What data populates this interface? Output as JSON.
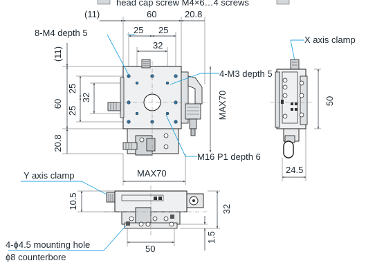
{
  "header_fragment": "head cap screw M4×6…4 screws",
  "labels": {
    "screw_8_m4": "8-M4 depth 5",
    "screw_4_m3": "4-M3 depth 5",
    "m16": "M16 P1 depth 6",
    "x_clamp": "X axis clamp",
    "y_clamp": "Y axis clamp",
    "mount_hole": "4-ϕ4.5 mounting hole",
    "counterbore": "ϕ8 counterbore"
  },
  "dims": {
    "top_11": "(11)",
    "top_60": "60",
    "top_20_8": "20.8",
    "top_25a": "25",
    "top_25b": "25",
    "top_32": "32",
    "left_11": "(11)",
    "left_60": "60",
    "left_25a": "25",
    "left_25b": "25",
    "left_32": "32",
    "left_20_8": "20.8",
    "max70_v": "MAX70",
    "max70_h": "MAX70",
    "side_50": "50",
    "side_24_5": "24.5",
    "front_10_5": "10.5",
    "front_32": "32",
    "front_1_5": "1.5",
    "front_50": "50"
  },
  "colors": {
    "leader": "#2aa6e0",
    "plate": "#eef0f1",
    "plate_dark": "#c9cdd0",
    "ink": "#1a1a1a"
  }
}
